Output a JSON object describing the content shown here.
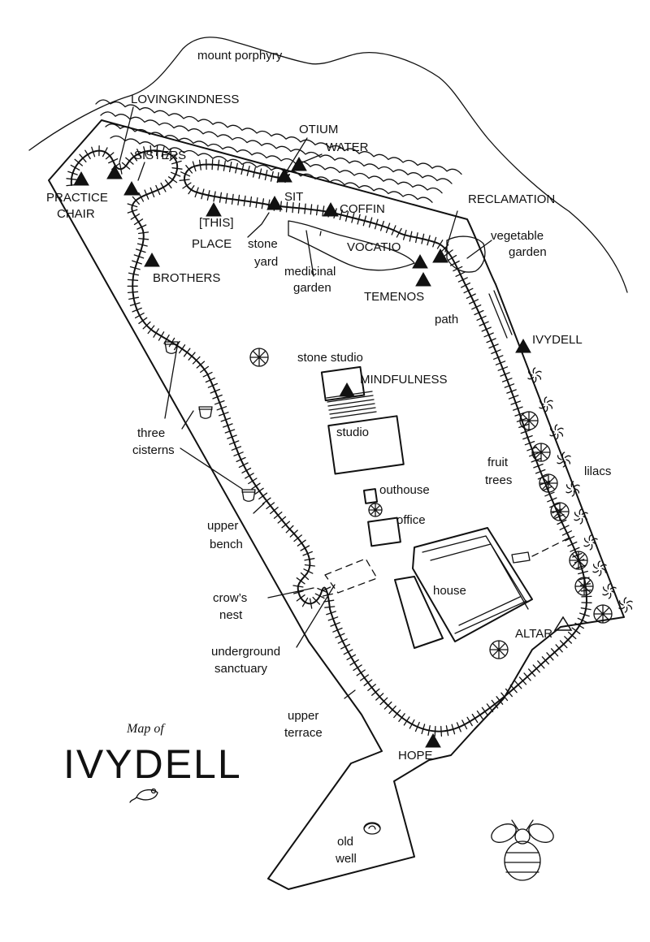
{
  "map": {
    "title_small": "Map of",
    "title_big": "IVYDELL",
    "colors": {
      "ink": "#111111",
      "paper": "#ffffff"
    },
    "areas": {
      "mountain": "mount porphyry",
      "stone_studio": "stone studio",
      "studio": "studio",
      "outhouse": "outhouse",
      "office": "office",
      "house": "house",
      "path": "path",
      "fruit_trees_1": "fruit",
      "fruit_trees_2": "trees",
      "lilacs": "lilacs",
      "vegetable_garden_1": "vegetable",
      "vegetable_garden_2": "garden",
      "medicinal_garden_1": "medicinal",
      "medicinal_garden_2": "garden",
      "stone_yard_1": "stone",
      "stone_yard_2": "yard",
      "three_cisterns_1": "three",
      "three_cisterns_2": "cisterns",
      "upper_bench_1": "upper",
      "upper_bench_2": "bench",
      "crows_nest_1": "crow’s",
      "crows_nest_2": "nest",
      "underground_sanctuary_1": "underground",
      "underground_sanctuary_2": "sanctuary",
      "upper_terrace_1": "upper",
      "upper_terrace_2": "terrace",
      "old_well_1": "old",
      "old_well_2": "well"
    },
    "stations": {
      "lovingkindness": "LOVINGKINDNESS",
      "sisters": "SISTERS",
      "practice_chair_1": "PRACTICE",
      "practice_chair_2": "CHAIR",
      "otium": "OTIUM",
      "water": "WATER",
      "sit": "SIT",
      "this_place_1": "[THIS]",
      "this_place_2": "PLACE",
      "coffin": "COFFIN",
      "reclamation": "RECLAMATION",
      "vocatio": "VOCATIO",
      "temenos": "TEMENOS",
      "brothers": "BROTHERS",
      "ivydell": "IVYDELL",
      "mindfulness": "MINDFULNESS",
      "altar": "ALTAR",
      "hope": "HOPE"
    },
    "icons": {
      "station_marker": "filled-triangle-icon",
      "altar_marker": "outline-triangle-icon",
      "tree": "wheel-tree-icon",
      "lilac": "lilac-flower-icon",
      "cistern": "cistern-icon",
      "bee": "bee-icon",
      "mouse": "mouse-icon",
      "well": "well-icon"
    }
  }
}
